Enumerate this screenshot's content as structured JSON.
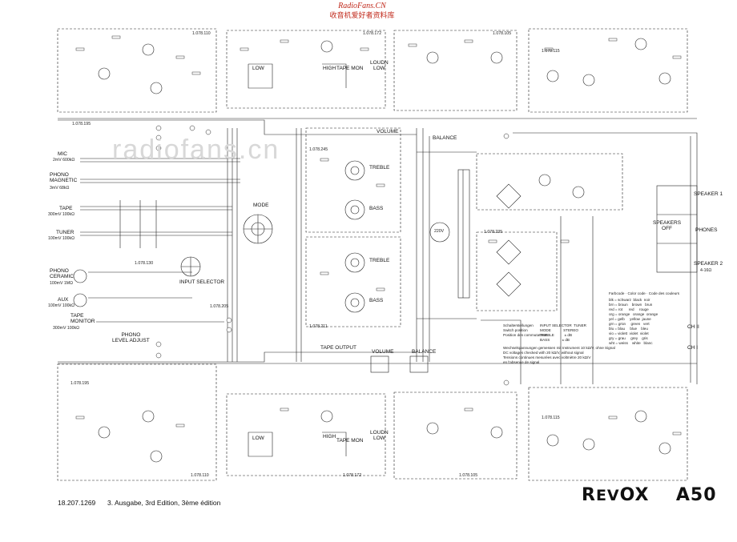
{
  "watermark": {
    "site": "RadioFans.CN",
    "subtitle": "收音机爱好者资料库",
    "ghost": "radiofans.cn"
  },
  "board_labels": {
    "b110_top": "1.078.110",
    "b172_top": "1.078.172",
    "b105_top": "1.078.105",
    "b115_top": "1.078.115",
    "b195_top": "1.078.195",
    "b245": "1.078.245",
    "b130": "1.078.130",
    "b205": "1.078.205",
    "b235": "1.078.235",
    "b211": "1.078.211",
    "b195_bot": "1.078.195",
    "b110_bot": "1.078.110",
    "b172_bot": "1.078.172",
    "b105_bot": "1.078.105",
    "b115_bot": "1.078.115"
  },
  "inputs": {
    "mic": "MIC",
    "mic_spec": "2mV 600kΩ",
    "phono_magnetic": "PHONO\nMAGNETIC",
    "phono_magnetic_spec": "3mV 68kΩ",
    "tape": "TAPE",
    "tape_spec": "300mV 100kΩ",
    "tuner": "TUNER",
    "tuner_spec": "100mV 100kΩ",
    "phono_ceramic": "PHONO\nCERAMIC",
    "phono_ceramic_spec": "100mV 1MΩ",
    "aux": "AUX",
    "aux_spec": "100mV 100kΩ",
    "tape_monitor": "TAPE\nMONITOR",
    "tape_monitor_spec": "300mV 100kΩ",
    "phono_level_adjust": "PHONO\nLEVEL ADJUST"
  },
  "controls": {
    "mode": "MODE",
    "input_selector": "INPUT SELECTOR",
    "low_top": "LOW",
    "high_top": "HIGH",
    "tape_mon_top": "TAPE MON",
    "louden_low_top": "LOUDN\nLOW",
    "volume_top": "VOLUME",
    "balance_top": "BALANCE",
    "treble_top": "TREBLE",
    "bass_top": "BASS",
    "treble_bot": "TREBLE",
    "bass_bot": "BASS",
    "tape_output": "TAPE OUTPUT",
    "volume_bot": "VOLUME",
    "balance_bot": "BALANCE",
    "low_bot": "LOW",
    "high_bot": "HIGH",
    "tape_mon_bot": "TAPE MON",
    "louden_low_bot": "LOUDN\nLOW",
    "mains": "220V",
    "speaker1": "SPEAKER 1",
    "speakers_off": "SPEAKERS\nOFF",
    "phones": "PHONES",
    "speaker2": "SPEAKER 2",
    "speaker_ohm": "4-16Ω"
  },
  "switch_note": {
    "heading": "Schalterstellungen\nSwitch position\nPosition des commutateurs",
    "values": "INPUT SELECTOR  TUNER\nMODE            STEREO\nTREBLE          ± dB\nBASS            ± dB"
  },
  "measure_note": "Wechselspannungen gemessen mit Instrument 10 kΩ/V, ohne Signal\nDC voltages checked with 20 kΩ/V, without signal\nTensions continues mesurées avec voltmètre 20 kΩ/V\nen l'absence de signal",
  "color_code": {
    "title": "Farbcode · Color code · Code des couleurs",
    "rows": "blk = schwarz  black  noir\nbrn = braun    brown   brun\nred = rot      red     rouge\norg = orange   orange  orange\nyel = gelb     yellow  jaune\ngrn = grün     green   vert\nblu = blau     blue    bleu\nvio = violett  violet  violet\ngry = grau     grey    gris\nwht = weiss    white   blanc",
    "ch2": "CH II",
    "ch1": "CH I"
  },
  "footer": {
    "doc_number": "18.207.1269",
    "edition": "3. Ausgabe, 3rd Edition, 3ème édition",
    "brand_pre": "R",
    "brand_ev": "EV",
    "brand_post": "OX",
    "model": "A50"
  }
}
